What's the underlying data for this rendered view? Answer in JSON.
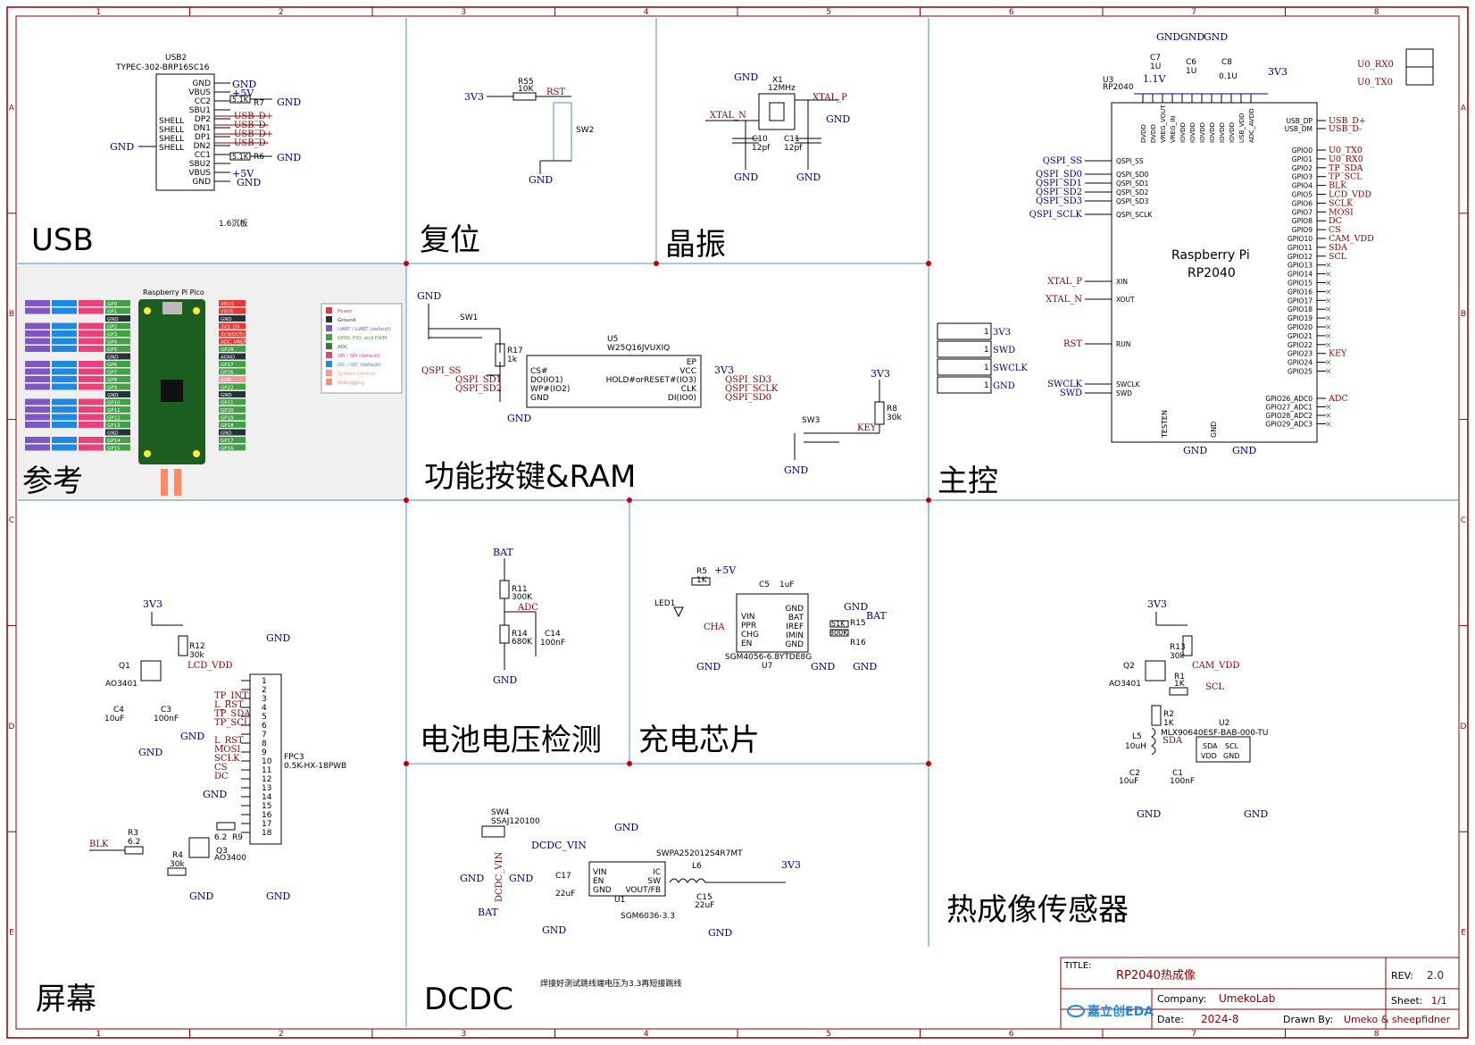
{
  "sections": {
    "usb": "USB",
    "reset": "复位",
    "crystal": "晶振",
    "reference": "参考",
    "function_ram": "功能按键&RAM",
    "main": "主控",
    "battery": "电池电压检测",
    "charge": "充电芯片",
    "screen": "屏幕",
    "dcdc": "DCDC",
    "thermal": "热成像传感器"
  },
  "grid": {
    "cols": [
      "1",
      "2",
      "3",
      "4",
      "5",
      "6",
      "7",
      "8"
    ],
    "rows": [
      "A",
      "B",
      "C",
      "D",
      "E"
    ]
  },
  "title_block": {
    "title_label": "TITLE:",
    "title": "RP2040热成像",
    "rev_label": "REV:",
    "rev": "2.0",
    "company_label": "Company:",
    "company": "UmekoLab",
    "sheet_label": "Sheet:",
    "sheet": "1/1",
    "date_label": "Date:",
    "date": "2024-8",
    "drawn_label": "Drawn By:",
    "drawn": "Umeko & sheepfidner",
    "logo": "嘉立创EDA"
  },
  "usb": {
    "ref": "USB2",
    "part": "TYPEC-302-BRP16SC16",
    "note": "1.6沉板",
    "pins_right": [
      "GND",
      "VBUS",
      "CC2",
      "SBU1",
      "DP2",
      "DN1",
      "DP1",
      "DN2",
      "CC1",
      "SBU2",
      "VBUS",
      "GND"
    ],
    "pins_left": [
      "SHELL",
      "SHELL",
      "SHELL",
      "SHELL"
    ],
    "r7": "R7",
    "r6": "R6",
    "r_val": "5.1K",
    "nets": [
      "GND",
      "+5V",
      "USB_D+",
      "USB_D-",
      "USB_D+",
      "USB_D-",
      "+5V",
      "GND",
      "GND",
      "GND",
      "GND"
    ]
  },
  "reset": {
    "r": "R55",
    "rv": "10K",
    "sw": "SW2",
    "v": "3V3",
    "net": "RST",
    "gnd": "GND"
  },
  "crystal": {
    "x": "X1",
    "freq": "12MHz",
    "c10": "C10",
    "c11": "C11",
    "cv": "12pf",
    "xin": "XTAL_N",
    "xout": "XTAL_P",
    "gnd": "GND"
  },
  "main": {
    "ref": "U3",
    "part": "RP2040",
    "name1": "Raspberry Pi",
    "name2": "RP2040",
    "c7": "C7",
    "c7v": "1U",
    "c6": "C6",
    "c6v": "1U",
    "c8": "C8",
    "c8v": "0.1U",
    "v11": "1.1V",
    "v33": "3V3",
    "top_pins": [
      "DVDD",
      "DVDD",
      "VREG_VOUT",
      "VREG_IN",
      "IOVDD",
      "IOVDD",
      "IOVDD",
      "IOVDD",
      "IOVDD",
      "IOVDD",
      "USB_VDD",
      "ADC_AVDD"
    ],
    "left_pins": [
      "QSPI_SS",
      "QSPI_SD0",
      "QSPI_SD1",
      "QSPI_SD2",
      "QSPI_SD3",
      "QSPI_SCLK",
      "XIN",
      "XOUT",
      "RUN",
      "SWCLK",
      "SWD"
    ],
    "left_nets": [
      "QSPI_SS",
      "QSPI_SD0",
      "QSPI_SD1",
      "QSPI_SD2",
      "QSPI_SD3",
      "QSPI_SCLK",
      "XTAL_P",
      "XTAL_N",
      "RST",
      "SWCLK",
      "SWD"
    ],
    "right_pins": [
      "USB_DP",
      "USB_DM",
      "GPIO0",
      "GPIO1",
      "GPIO2",
      "GPIO3",
      "GPIO4",
      "GPIO5",
      "GPIO6",
      "GPIO7",
      "GPIO8",
      "GPIO9",
      "GPIO10",
      "GPIO11",
      "GPIO12",
      "GPIO13",
      "GPIO14",
      "GPIO15",
      "GPIO16",
      "GPIO17",
      "GPIO18",
      "GPIO19",
      "GPIO20",
      "GPIO21",
      "GPIO22",
      "GPIO23",
      "GPIO24",
      "GPIO25",
      "GPIO26_ADC0",
      "GPIO27_ADC1",
      "GPIO28_ADC2",
      "GPIO29_ADC3"
    ],
    "right_nets": [
      "USB_D+",
      "USB_D-",
      "U0_TX0",
      "U0_RX0",
      "TP_SDA",
      "TP_SCL",
      "BLK",
      "LCD_VDD",
      "SCLK",
      "MOSI",
      "DC",
      "CS",
      "CAM_VDD",
      "SDA",
      "SCL",
      "",
      "",
      "",
      "",
      "",
      "",
      "",
      "",
      "",
      "",
      "KEY",
      "",
      "",
      "ADC",
      "",
      "",
      ""
    ],
    "bottom": [
      "TESTEN",
      "GND"
    ],
    "gnd": "GND",
    "swd_conn": [
      "3V3",
      "SWD",
      "SWCLK",
      "GND"
    ],
    "uart_conn": [
      "U0_RX0",
      "U0_TX0"
    ]
  },
  "func": {
    "sw1": "SW1",
    "r17": "R17",
    "r17v": "1k",
    "u5": "U5",
    "u5p": "W25Q16JVUXIQ",
    "u5_left": [
      "CS#",
      "DO(IO1)",
      "WP#(IO2)",
      "GND"
    ],
    "u5_right": [
      "EP",
      "VCC",
      "HOLD#orRESET#(IO3)",
      "CLK",
      "DI(IO0)"
    ],
    "nets_l": [
      "QSPI_SS",
      "QSPI_SD1",
      "QSPI_SD2"
    ],
    "nets_r": [
      "3V3",
      "QSPI_SD3",
      "QSPI_SCLK",
      "QSPI_SD0"
    ],
    "sw3": "SW3",
    "r8": "R8",
    "r8v": "30k",
    "key": "KEY",
    "v": "3V3",
    "gnd": "GND"
  },
  "battery": {
    "bat": "BAT",
    "r11": "R11",
    "r11v": "300K",
    "r14": "R14",
    "r14v": "680K",
    "c14": "C14",
    "c14v": "100nF",
    "adc": "ADC",
    "gnd": "GND"
  },
  "charge": {
    "r5": "R5",
    "r5v": "1K",
    "led": "LED1",
    "v5": "+5V",
    "c5": "C5",
    "c5v": "1uF",
    "u7": "U7",
    "u7p": "SGM4056-6.8YTDE8G",
    "pins_l": [
      "VIN",
      "PPR",
      "CHG",
      "EN"
    ],
    "pins_r": [
      "GND",
      "BAT",
      "IREF",
      "IMIN",
      "GND"
    ],
    "r15": "R15",
    "r15v": "51K",
    "r16": "R16",
    "r16v": "800K",
    "cha": "CHA",
    "bat": "BAT",
    "gnd": "GND"
  },
  "screen": {
    "v": "3V3",
    "q1": "Q1",
    "q1p": "AO3401",
    "r12": "R12",
    "r12v": "30k",
    "c4": "C4",
    "c4v": "10uF",
    "c3": "C3",
    "c3v": "100nF",
    "lcd": "LCD_VDD",
    "fpc": "FPC3",
    "fpcp": "0.5K-HX-18PWB",
    "nets": [
      "TP_INT",
      "L_RST",
      "TP_SDA",
      "TP_SCL",
      "L_RST",
      "MOSI",
      "SCLK",
      "CS",
      "DC"
    ],
    "blk": "BLK",
    "r3": "R3",
    "r3v": "6.2",
    "r4": "R4",
    "r4v": "30k",
    "r9": "R9",
    "r9v": "6.2",
    "q3": "Q3",
    "q3p": "AO3400",
    "gnd": "GND"
  },
  "dcdc": {
    "sw4": "SW4",
    "sw4p": "SSAJ120100",
    "bat": "BAT",
    "vin": "DCDC_VIN",
    "c17": "C17",
    "c17v": "22uF",
    "u1": "U1",
    "u1p": "SGM6036-3.3",
    "pins_l": [
      "VIN",
      "EN",
      "GND"
    ],
    "pins_r": [
      "IC",
      "SW",
      "VOUT/FB"
    ],
    "l6": "L6",
    "l6p": "SWPA252012S4R7MT",
    "c15": "C15",
    "c15v": "22uF",
    "v": "3V3",
    "note": "焊接好测试跳线端电压为3.3再短接跳线",
    "gnd": "GND"
  },
  "thermal": {
    "v": "3V3",
    "q2": "Q2",
    "q2p": "AO3401",
    "r13": "R13",
    "r13v": "30k",
    "r1": "R1",
    "r1v": "1K",
    "r2": "R2",
    "r2v": "1K",
    "cam": "CAM_VDD",
    "u2": "U2",
    "u2p": "MLX90640ESF-BAB-000-TU",
    "pins": [
      "SDA",
      "SCL",
      "VDD",
      "GND"
    ],
    "l5": "L5",
    "l5v": "10uH",
    "c2": "C2",
    "c2v": "10uF",
    "c1": "C1",
    "c1v": "100nF",
    "sda": "SDA",
    "scl": "SCL",
    "gnd": "GND"
  },
  "pico": {
    "title": "Raspberry Pi Pico",
    "legend": [
      "Power",
      "Ground",
      "UART / UART (default)",
      "GPIO, PIO, and PWM",
      "ADC",
      "SPI / SPI (default)",
      "I2C / I2C (default)",
      "System Control",
      "Debugging"
    ],
    "legend_colors": [
      "#e53935",
      "#263238",
      "#7e57c2",
      "#43a047",
      "#2e7d32",
      "#ec407a",
      "#1e88e5",
      "#ef9a9a",
      "#ff8a65"
    ],
    "left_pins": [
      "GP0",
      "GP1",
      "GND",
      "GP2",
      "GP3",
      "GP4",
      "GP5",
      "GND",
      "GP6",
      "GP7",
      "GP8",
      "GP9",
      "GND",
      "GP10",
      "GP11",
      "GP12",
      "GP13",
      "GND",
      "GP14",
      "GP15"
    ],
    "right_pins": [
      "VBUS",
      "VSYS",
      "GND",
      "3V3_EN",
      "3V3(OUT)",
      "ADC_VREF",
      "GP28",
      "AGND",
      "GP27",
      "GP26",
      "RUN",
      "GP22",
      "GND",
      "GP21",
      "GP20",
      "GP19",
      "GP18",
      "GND",
      "GP17",
      "GP16"
    ]
  }
}
